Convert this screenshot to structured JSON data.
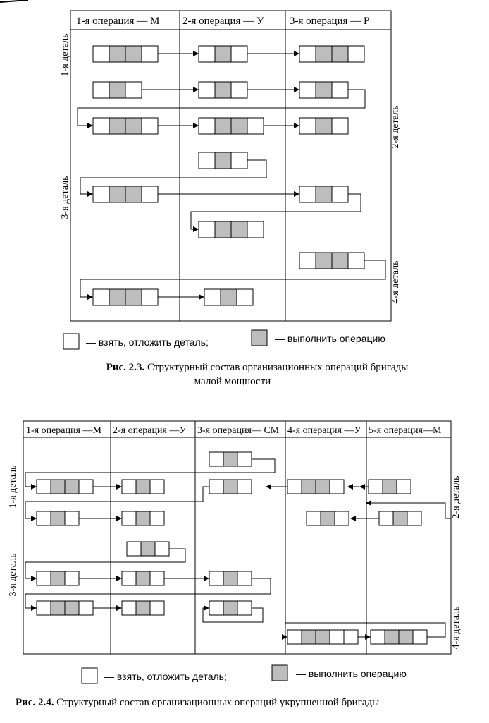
{
  "figure1": {
    "headers": [
      "1-я операция — М",
      "2-я операция — У",
      "3-я операция — Р"
    ],
    "side_labels": [
      "1-я деталь",
      "2-я деталь",
      "3-я деталь",
      "4-я деталь"
    ],
    "legend": {
      "take": "— взять, отложить деталь;",
      "perform": "— выполнить операцию"
    },
    "caption": {
      "label": "Рис. 2.3.",
      "line1": "Структурный состав организационных операций бригады",
      "line2": "малой мощности"
    }
  },
  "figure2": {
    "headers": [
      "1-я операция —М",
      "2-я операция —У",
      "3-я операция— СМ",
      "4-я операция —У",
      "5-я операция—М"
    ],
    "side_labels": [
      "1-я деталь",
      "2-я деталь",
      "3-я деталь",
      "4-я деталь"
    ],
    "legend": {
      "take": "— взять, отложить деталь;",
      "perform": "— выполнить операцию"
    },
    "caption": {
      "label": "Рис. 2.4.",
      "text": "Структурный состав организационных операций укрупненной бригады"
    }
  },
  "colors": {
    "line": "#000000",
    "shaded": "#bdbdbd",
    "background": "#ffffff"
  }
}
